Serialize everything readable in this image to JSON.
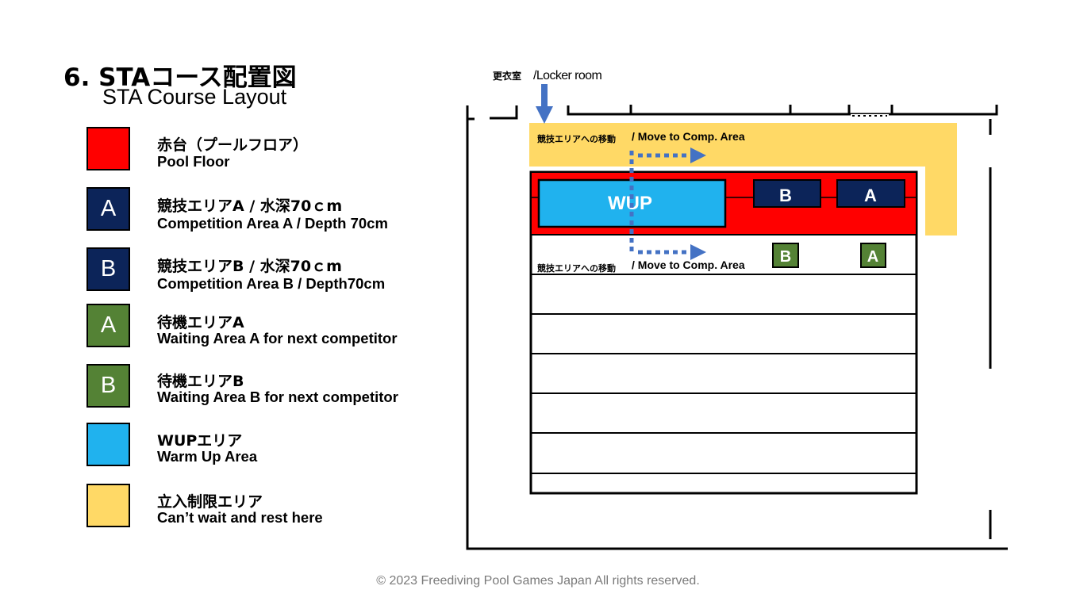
{
  "title": "6. STAコース配置図",
  "subtitle": "STA Course Layout",
  "legend": [
    {
      "name": "legend-pool-floor",
      "color": "#ff0000",
      "letter": "",
      "line1": "赤台（プールフロア）",
      "line2": "Pool Floor"
    },
    {
      "name": "legend-competition-a",
      "color": "#0c2459",
      "letter": "A",
      "line1": "競技エリアA / 水深70ｃm",
      "line2": "Competition Area A / Depth 70cm"
    },
    {
      "name": "legend-competition-b",
      "color": "#0c2459",
      "letter": "B",
      "line1": "競技エリアB / 水深70ｃm",
      "line2": "Competition Area B / Depth70cm"
    },
    {
      "name": "legend-waiting-a",
      "color": "#548235",
      "letter": "A",
      "line1": "待機エリアA",
      "line2": "Waiting Area A for next competitor"
    },
    {
      "name": "legend-waiting-b",
      "color": "#548235",
      "letter": "B",
      "line1": "待機エリアB",
      "line2": "Waiting Area B  for next competitor"
    },
    {
      "name": "legend-wup",
      "color": "#20b2ee",
      "letter": "",
      "line1": "WUPエリア",
      "line2": "Warm Up Area"
    },
    {
      "name": "legend-restricted",
      "color": "#ffd966",
      "letter": "",
      "line1": "立入制限エリア",
      "line2": "Can’t wait and rest here"
    }
  ],
  "diagram": {
    "locker_label_jp": "更衣室",
    "locker_label_en": "/Locker room",
    "move_label_jp": "競技エリアへの移動",
    "move_label_en": "/ Move to Comp. Area",
    "wup_label": "WUP",
    "comp_b_label": "B",
    "comp_a_label": "A",
    "wait_b_label": "B",
    "wait_a_label": "A",
    "colors": {
      "pool_floor": "#ff0000",
      "competition": "#0c2459",
      "waiting": "#548235",
      "wup": "#20b2ee",
      "restricted": "#ffd966",
      "arrow": "#4472c4"
    }
  },
  "footer": "© 2023 Freediving Pool Games Japan All rights reserved."
}
